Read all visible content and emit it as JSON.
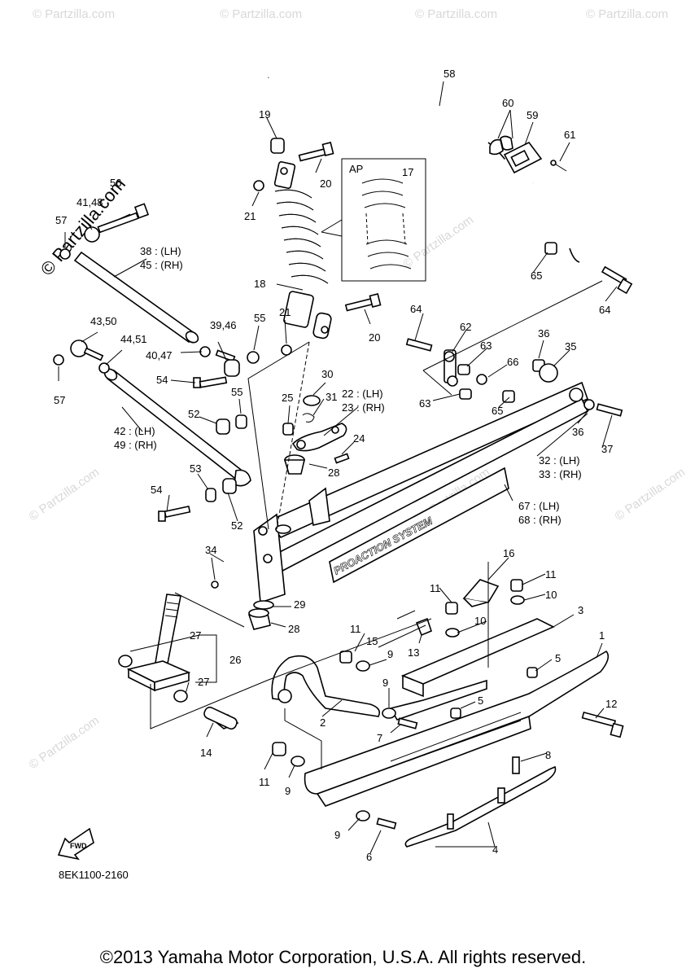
{
  "diagram_code": "8EK1100-2160",
  "copyright": "©2013 Yamaha Motor Corporation, U.S.A. All rights reserved.",
  "watermark": "© Partzilla.com",
  "brand_text": "PROACTION SYSTEM",
  "fwd_label": "FWD",
  "inset_label": "AP",
  "callouts": {
    "c1": "1",
    "c2": "2",
    "c3": "3",
    "c4": "4",
    "c5a": "5",
    "c5b": "5",
    "c6": "6",
    "c7": "7",
    "c8": "8",
    "c9a": "9",
    "c9b": "9",
    "c9c": "9",
    "c9d": "9",
    "c10a": "10",
    "c10b": "10",
    "c11a": "11",
    "c11b": "11",
    "c11c": "11",
    "c11d": "11",
    "c12": "12",
    "c13": "13",
    "c14": "14",
    "c15": "15",
    "c16": "16",
    "c17": "17",
    "c18": "18",
    "c19": "19",
    "c20a": "20",
    "c20b": "20",
    "c21a": "21",
    "c21b": "21",
    "c22": "22 : (LH)",
    "c23": "23 : (RH)",
    "c24": "24",
    "c25": "25",
    "c26": "26",
    "c27a": "27",
    "c27b": "27",
    "c28a": "28",
    "c28b": "28",
    "c29": "29",
    "c30": "30",
    "c31": "31",
    "c32": "32 : (LH)",
    "c33": "33 : (RH)",
    "c34": "34",
    "c35": "35",
    "c36a": "36",
    "c36b": "36",
    "c37": "37",
    "c38": "38 : (LH)",
    "c45": "45 : (RH)",
    "c3946": "39,46",
    "c4047": "40,47",
    "c4148": "41,48",
    "c42": "42 : (LH)",
    "c49": "49 : (RH)",
    "c4350": "43,50",
    "c4451": "44,51",
    "c52a": "52",
    "c52b": "52",
    "c53": "53",
    "c54a": "54",
    "c54b": "54",
    "c55a": "55",
    "c55b": "55",
    "c56": "56",
    "c57a": "57",
    "c57b": "57",
    "c58": "58",
    "c59": "59",
    "c60": "60",
    "c61": "61",
    "c62": "62",
    "c63a": "63",
    "c63b": "63",
    "c64a": "64",
    "c64b": "64",
    "c65a": "65",
    "c65b": "65",
    "c66": "66",
    "c67": "67 : (LH)",
    "c68": "68 : (RH)"
  }
}
